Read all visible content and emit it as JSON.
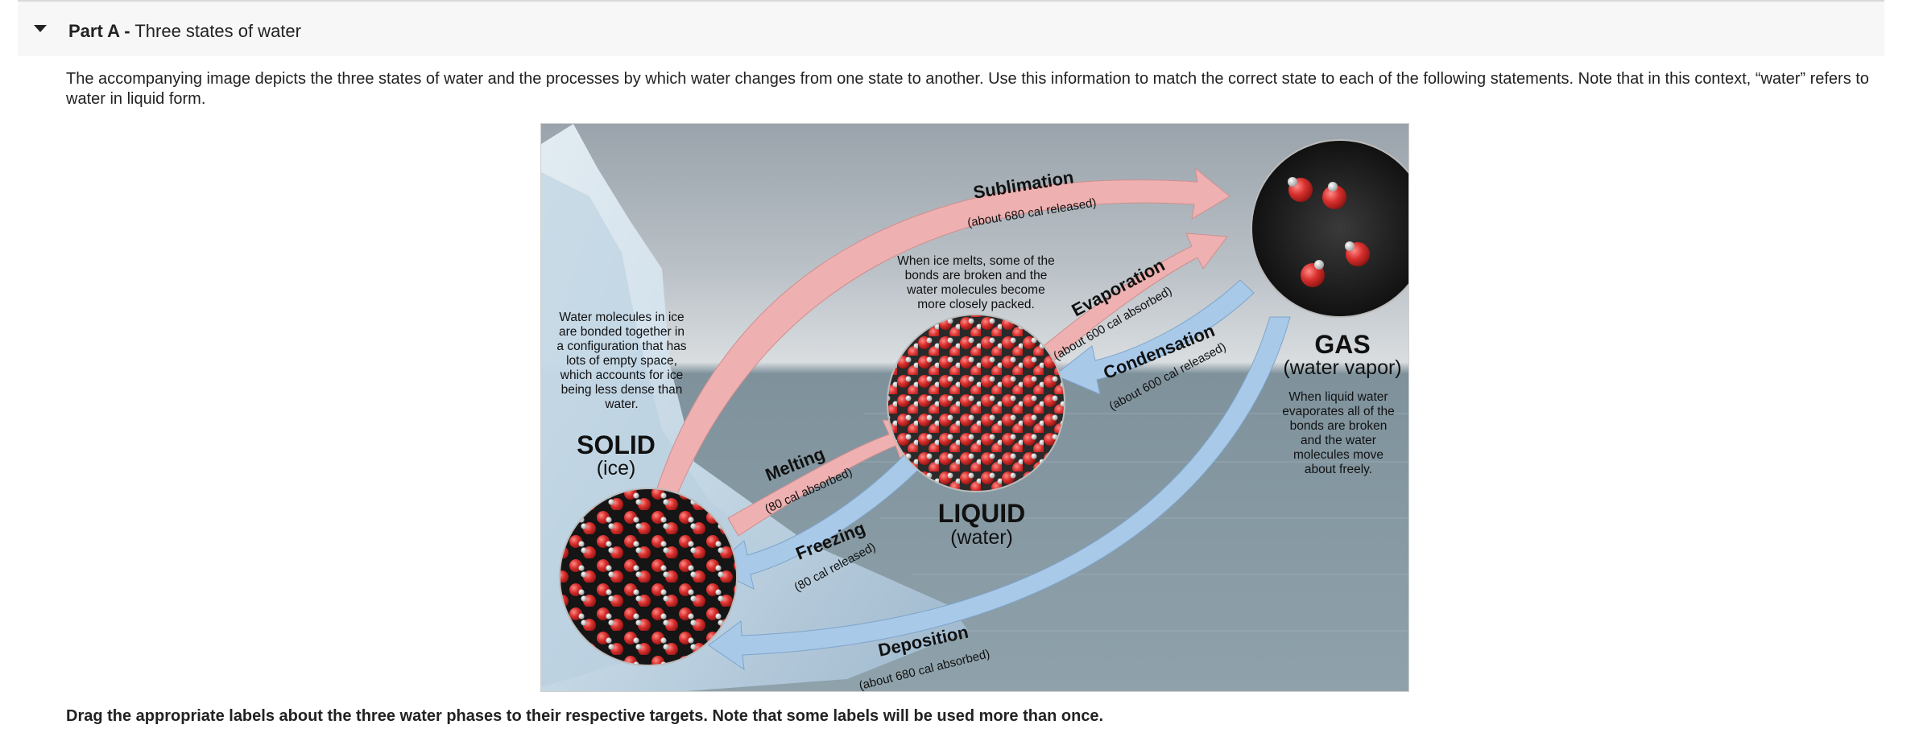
{
  "part": {
    "prefix": "Part A -",
    "title": "Three states of water"
  },
  "intro_text": "The accompanying image depicts the three states of water and the processes by which water changes from one state to another. Use this information to match the correct state to each of the following statements. Note that in this context, “water” refers to water in liquid form.",
  "figure": {
    "solid": {
      "label": "SOLID",
      "sublabel": "(ice)"
    },
    "liquid": {
      "label": "LIQUID",
      "sublabel": "(water)"
    },
    "gas": {
      "label": "GAS",
      "sublabel": "(water vapor)"
    },
    "ice_note": [
      "Water molecules in ice",
      "are bonded together in",
      "a configuration that has",
      "lots of empty space,",
      "which accounts for ice",
      "being less dense than",
      "water."
    ],
    "melt_note": [
      "When ice melts, some of the",
      "bonds are broken and the",
      "water molecules become",
      "more closely packed."
    ],
    "gas_note": [
      "When liquid water",
      "evaporates all of the",
      "bonds are broken",
      "and the water",
      "molecules move",
      "about freely."
    ],
    "processes": {
      "sublimation": {
        "name": "Sublimation",
        "energy": "(about 680 cal released)"
      },
      "evaporation": {
        "name": "Evaporation",
        "energy": "(about 600 cal absorbed)"
      },
      "condensation": {
        "name": "Condensation",
        "energy": "(about 600 cal released)"
      },
      "melting": {
        "name": "Melting",
        "energy": "(80 cal absorbed)"
      },
      "freezing": {
        "name": "Freezing",
        "energy": "(80 cal released)"
      },
      "deposition": {
        "name": "Deposition",
        "energy": "(about 680 cal absorbed)"
      }
    },
    "colors": {
      "absorb_arrow": "#eeb0b0",
      "release_arrow": "#a9c9e9",
      "molecule": "#d8302e"
    }
  },
  "instruction": "Drag the appropriate labels about the three water phases to their respective targets. Note that some labels will be used more than once."
}
